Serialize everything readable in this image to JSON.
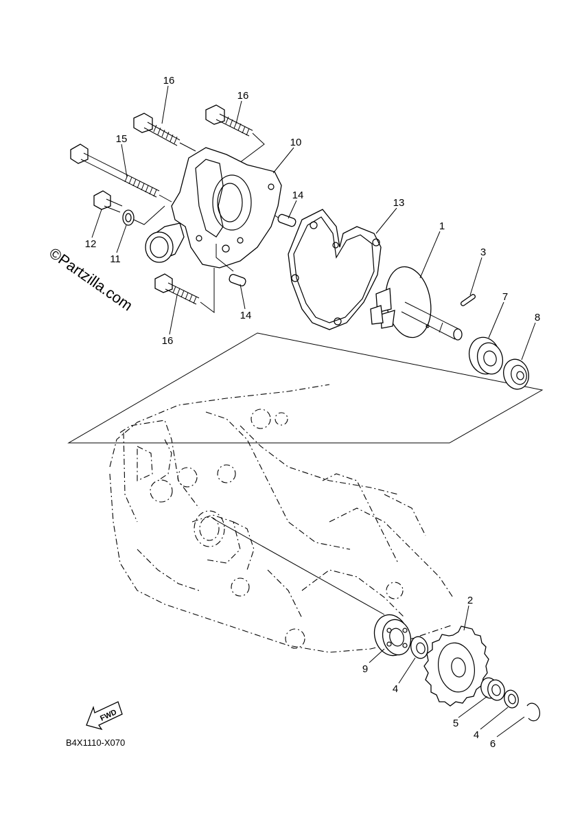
{
  "diagram": {
    "labels": [
      "16",
      "16",
      "15",
      "10",
      "14",
      "13",
      "12",
      "11",
      "1",
      "3",
      "7",
      "8",
      "14",
      "16",
      "2",
      "9",
      "4",
      "5",
      "4",
      "6"
    ],
    "watermark": "©Partzilla.com",
    "drawing_code": "B4X1110-X070",
    "fwd_label": "FWD",
    "ink_color": "#000000",
    "background_color": "#ffffff"
  }
}
